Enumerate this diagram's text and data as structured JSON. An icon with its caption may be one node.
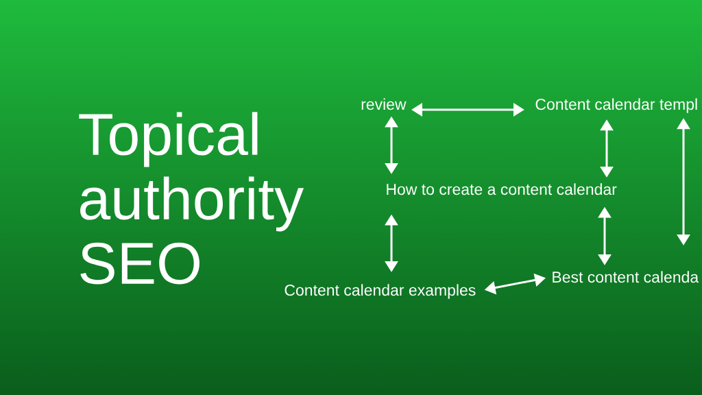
{
  "diagram": {
    "title": "Topical authority SEO",
    "nodes": [
      {
        "text": [
          "review"
        ]
      },
      {
        "text": [
          "Content calendar templ"
        ]
      },
      {
        "text": [
          "How to create a content calendar"
        ]
      },
      {
        "text": [
          "Content calendar examples"
        ]
      },
      {
        "text": [
          "Best content calenda"
        ]
      }
    ],
    "edges": [
      {
        "from": 0,
        "to": 1,
        "arrow": "both"
      },
      {
        "from": 0,
        "to": 2,
        "arrow": "both"
      },
      {
        "from": 1,
        "to": 2,
        "arrow": "both"
      },
      {
        "from": 1,
        "to": 4,
        "arrow": "both"
      },
      {
        "from": 2,
        "to": 3,
        "arrow": "both"
      },
      {
        "from": 2,
        "to": 4,
        "arrow": "both"
      },
      {
        "from": 3,
        "to": 4,
        "arrow": "both"
      }
    ]
  }
}
